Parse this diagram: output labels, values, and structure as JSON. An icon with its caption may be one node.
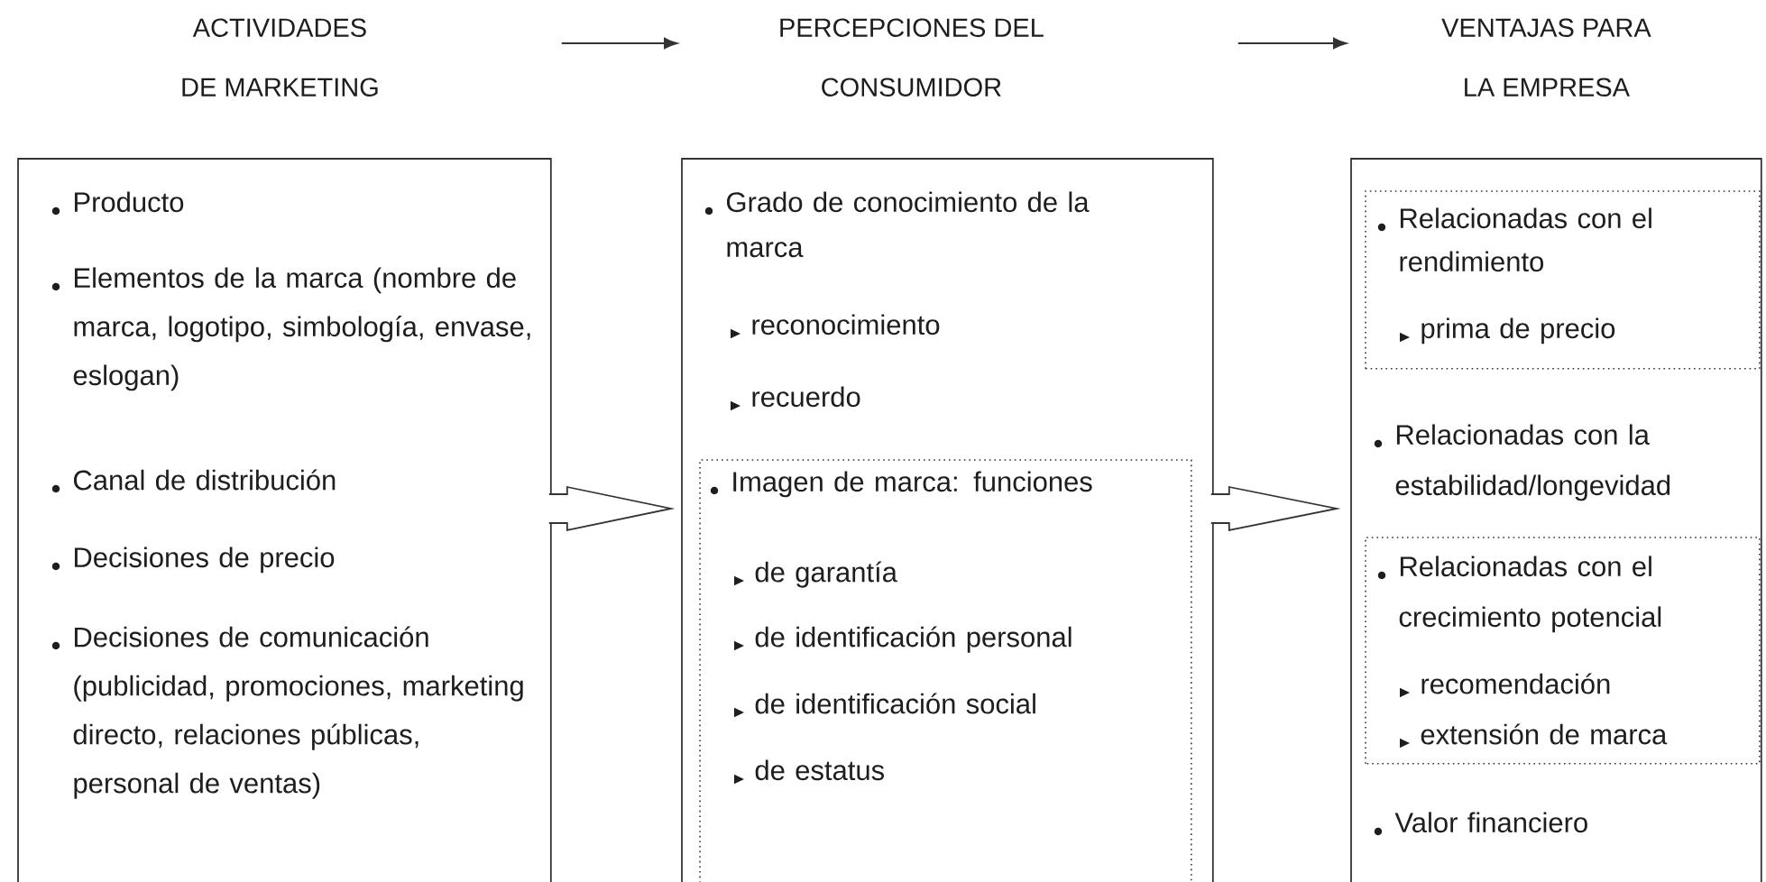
{
  "diagram": {
    "nodes": [
      {
        "text": [
          "ACTIVIDADES DE MARKETING",
          "Producto",
          "Elementos de la marca (nombre de marca, logotipo, simbología, envase, eslogan)",
          "Canal de distribución",
          "Decisiones de precio",
          "Decisiones de comunicación (publicidad, promociones, marketing directo, relaciones públicas, personal de ventas)"
        ]
      },
      {
        "text": [
          "PERCEPCIONES DEL CONSUMIDOR",
          "Grado de conocimiento de la marca",
          "reconocimiento",
          "recuerdo"
        ]
      },
      {
        "text": [
          "Imagen de marca: funciones",
          "de garantía",
          "de identificación personal",
          "de identificación social",
          "de estatus"
        ],
        "in": 1
      },
      {
        "text": [
          "VENTAJAS PARA LA EMPRESA",
          "Relacionadas con la estabilidad/longevidad",
          "Valor financiero"
        ]
      },
      {
        "text": [
          "Relacionadas con el rendimiento",
          "prima de precio"
        ],
        "in": 3
      },
      {
        "text": [
          "Relacionadas con el crecimiento potencial",
          "recomendación",
          "extensión de marca"
        ],
        "in": 3
      }
    ],
    "edges": [
      {
        "from": 0,
        "to": 1,
        "arrow": "to"
      },
      {
        "from": 1,
        "to": 3,
        "arrow": "to"
      },
      {
        "from": 0,
        "to": 1,
        "arrow": "to"
      },
      {
        "from": 1,
        "to": 3,
        "arrow": "to"
      }
    ]
  }
}
